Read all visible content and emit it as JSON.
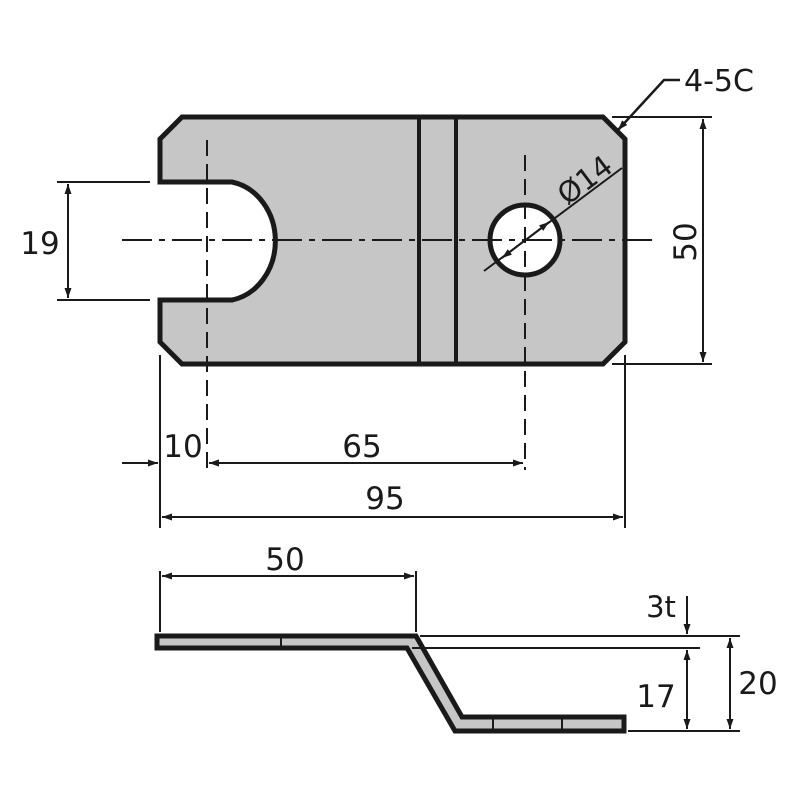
{
  "colors": {
    "plate_fill": "#c6c6c6",
    "outline": "#1a1a1a",
    "background": "#ffffff"
  },
  "top_view": {
    "slot_width": "19",
    "height": "50",
    "offset_left": "10",
    "hole_distance": "65",
    "overall_width": "95",
    "hole_diameter": "Ø14",
    "chamfer_note": "4-5C"
  },
  "side_view": {
    "flat_length": "50",
    "thickness": "3t",
    "step_height": "17",
    "total_height": "20"
  }
}
